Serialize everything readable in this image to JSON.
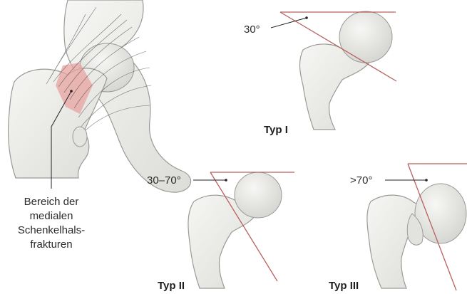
{
  "caption": {
    "lines": [
      "Bereich der",
      "medialen",
      "Schenkelhals-",
      "frakturen"
    ]
  },
  "panels": [
    {
      "type_label": "Typ I",
      "angle_label": "30°"
    },
    {
      "type_label": "Typ II",
      "angle_label": "30–70°"
    },
    {
      "type_label": "Typ III",
      "angle_label": ">70°"
    }
  ],
  "colors": {
    "bone_fill": "#ececea",
    "bone_stroke": "#9a9a96",
    "fracture_zone": "#e7a3a0",
    "angle_line": "#b8605d",
    "pointer_line": "#222222"
  }
}
